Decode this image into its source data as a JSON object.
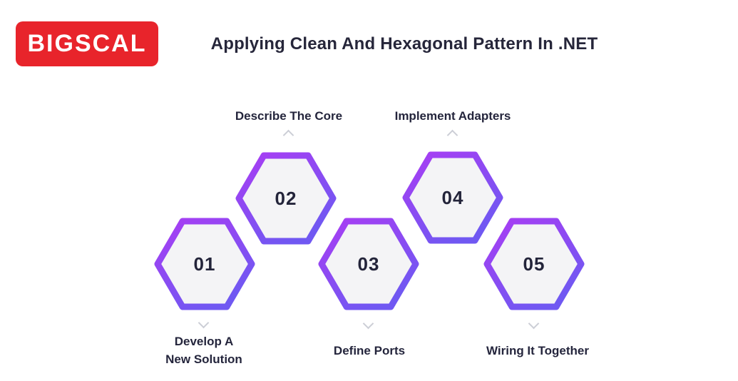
{
  "header": {
    "logo_text": "BIGSCAL",
    "title": "Applying Clean And Hexagonal Pattern In .NET"
  },
  "diagram": {
    "steps": [
      {
        "number": "01",
        "label": "Develop A\nNew Solution",
        "label_position": "below"
      },
      {
        "number": "02",
        "label": "Describe The Core",
        "label_position": "above"
      },
      {
        "number": "03",
        "label": "Define Ports",
        "label_position": "below"
      },
      {
        "number": "04",
        "label": "Implement Adapters",
        "label_position": "above"
      },
      {
        "number": "05",
        "label": "Wiring It Together",
        "label_position": "below"
      }
    ],
    "colors": {
      "hex_border_gradient_start": "#a93df3",
      "hex_border_gradient_end": "#7058f2",
      "hex_fill": "#f4f4f6",
      "label_text": "#24253c",
      "number_text": "#23243a",
      "chevron": "#ccced6",
      "logo_background": "#e8242b",
      "logo_text_color": "#ffffff"
    }
  }
}
